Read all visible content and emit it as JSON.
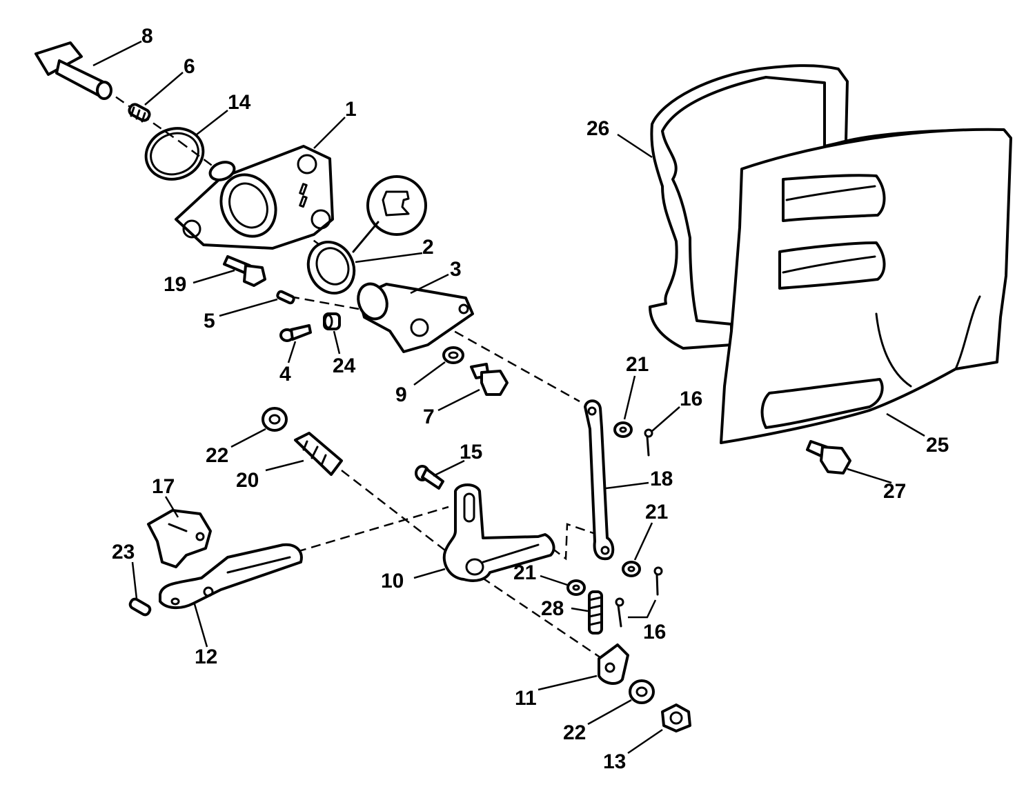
{
  "colors": {
    "ink": "#000000",
    "paper": "#ffffff"
  },
  "callouts": {
    "c1": "1",
    "c2": "2",
    "c3": "3",
    "c4": "4",
    "c5": "5",
    "c6": "6",
    "c7": "7",
    "c8": "8",
    "c9": "9",
    "c10": "10",
    "c11": "11",
    "c12": "12",
    "c13": "13",
    "c14": "14",
    "c15": "15",
    "c16a": "16",
    "c16b": "16",
    "c17": "17",
    "c18": "18",
    "c19": "19",
    "c20": "20",
    "c21a": "21",
    "c21b": "21",
    "c21c": "21",
    "c22a": "22",
    "c22b": "22",
    "c23": "23",
    "c24": "24",
    "c25": "25",
    "c26": "26",
    "c27": "27",
    "c28": "28"
  }
}
